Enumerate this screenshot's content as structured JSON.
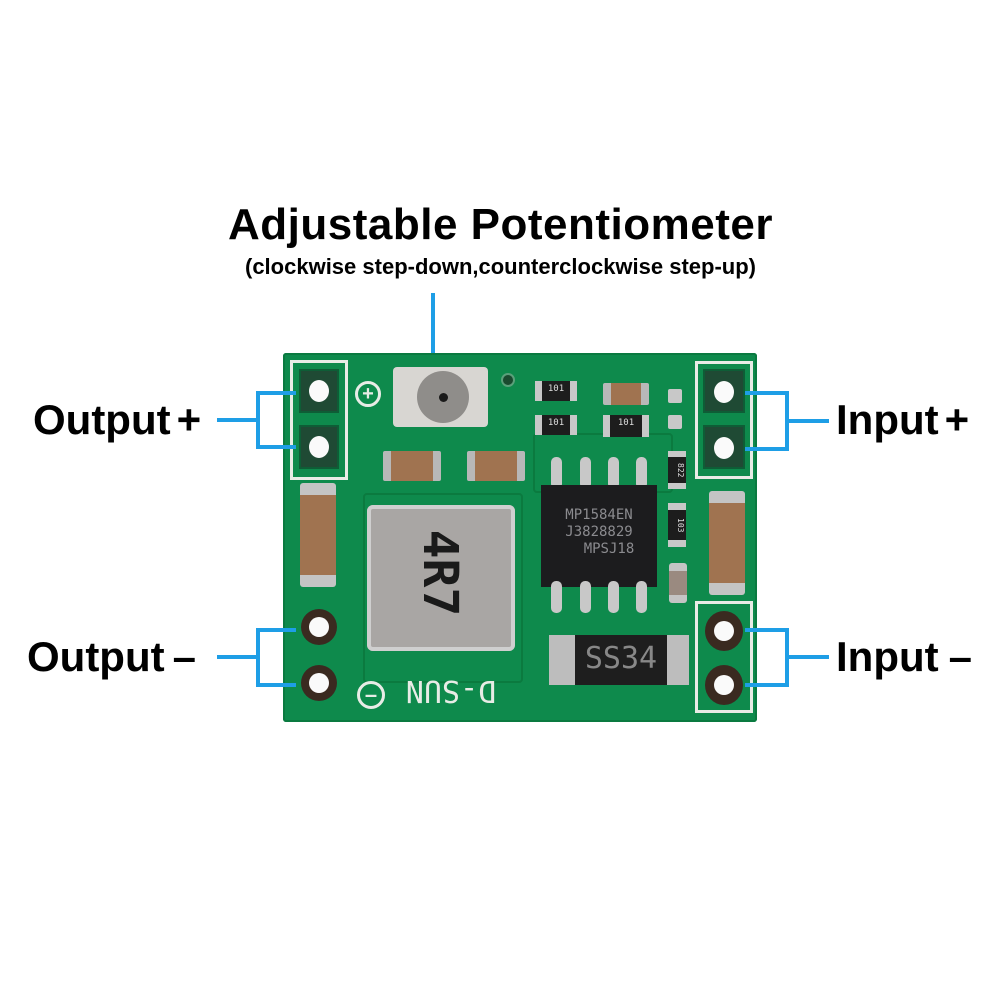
{
  "header": {
    "title": "Adjustable Potentiometer",
    "subtitle": "(clockwise step-down,counterclockwise step-up)"
  },
  "labels": {
    "output_plus": "Output",
    "output_plus_sign": "+",
    "output_minus": "Output",
    "output_minus_sign": "–",
    "input_plus": "Input",
    "input_plus_sign": "+",
    "input_minus": "Input",
    "input_minus_sign": "–"
  },
  "board": {
    "ic_lines": [
      "MP1584EN",
      "J3828829",
      "MPSJ18"
    ],
    "inductor_marking": "4R7",
    "diode_marking": "SS34",
    "silkscreen_brand": "D-SUN",
    "resistor_markings": [
      "101",
      "101",
      "101",
      "822",
      "103"
    ],
    "plus_symbol": "+",
    "minus_symbol": "–"
  },
  "colors": {
    "pcb_green": "#0e8a4c",
    "callout_blue": "#1e9ee6",
    "text": "#000000",
    "background": "#ffffff"
  }
}
